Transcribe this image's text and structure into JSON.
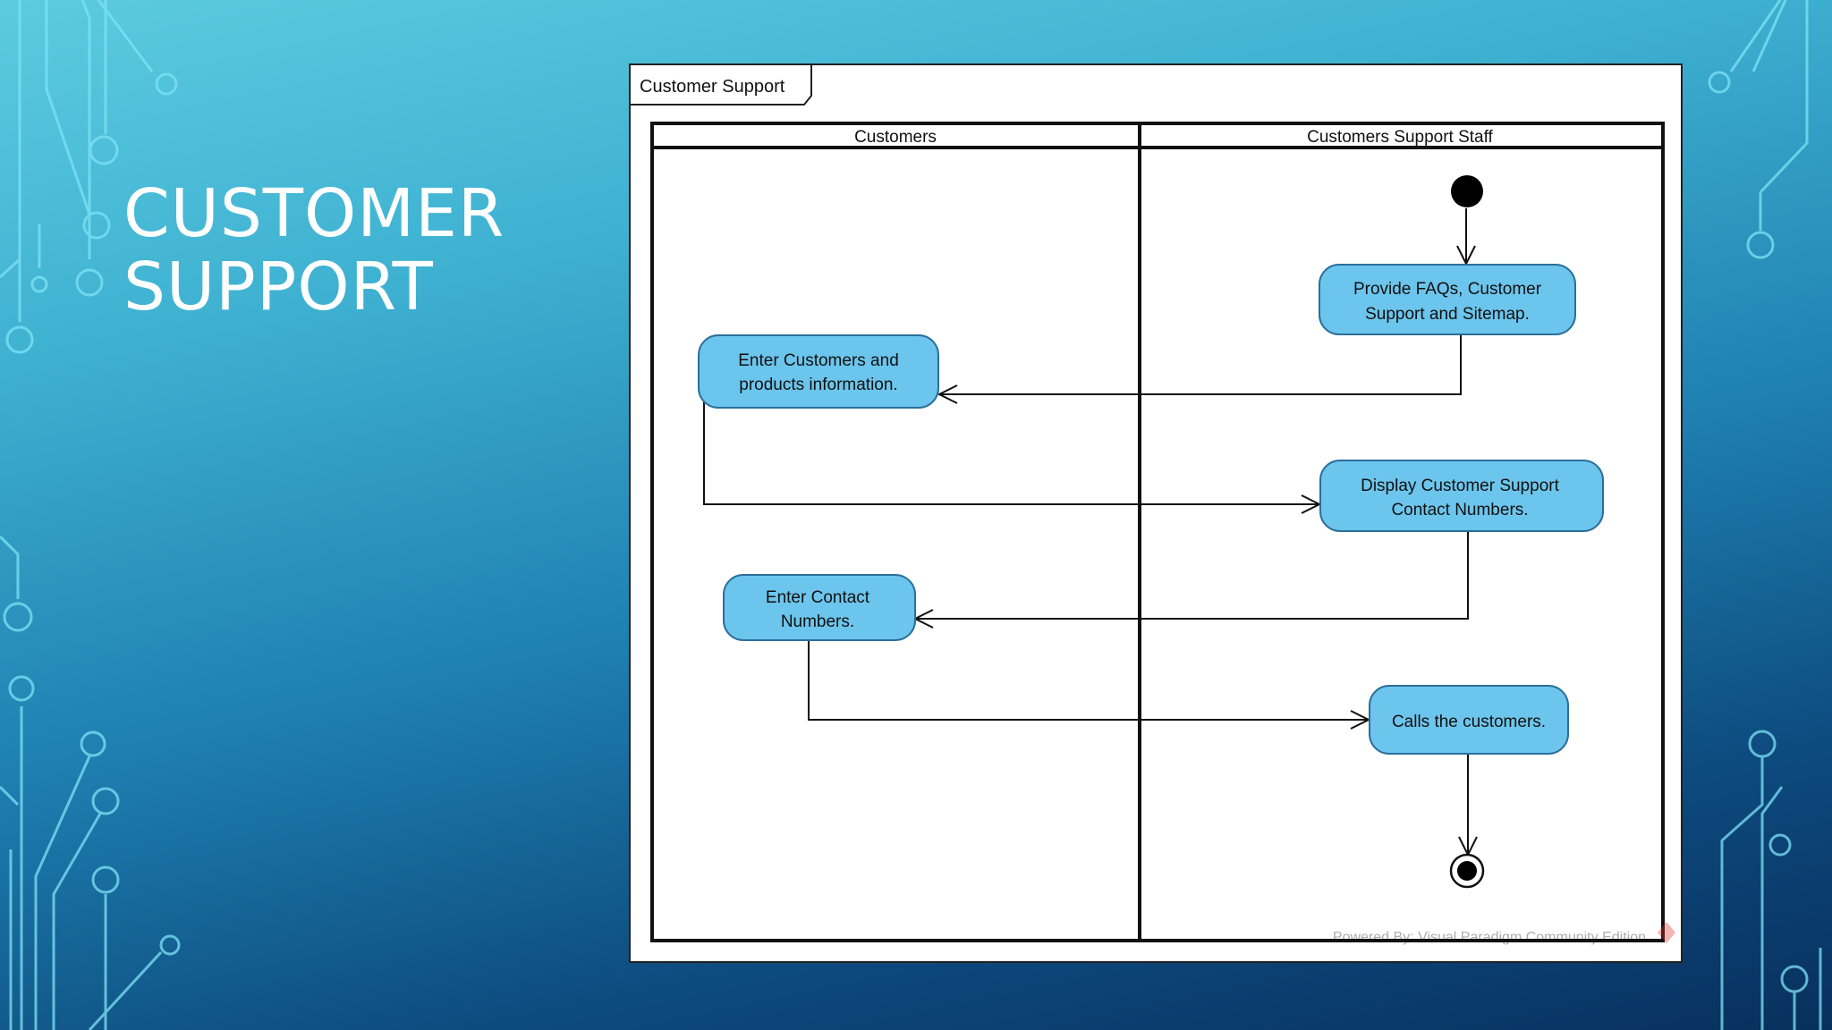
{
  "slide": {
    "title_line1": "CUSTOMER",
    "title_line2": "SUPPORT"
  },
  "diagram": {
    "frame_title": "Customer Support",
    "lanes": [
      "Customers",
      "Customers Support Staff"
    ],
    "actions": [
      {
        "id": "provide-faqs",
        "lane": "Customers Support Staff",
        "line1": "Provide FAQs, Customer",
        "line2": "Support and Sitemap."
      },
      {
        "id": "enter-customers",
        "lane": "Customers",
        "line1": "Enter Customers and",
        "line2": "products information."
      },
      {
        "id": "display-contact",
        "lane": "Customers Support Staff",
        "line1": "Display Customer Support",
        "line2": "Contact Numbers."
      },
      {
        "id": "enter-contact",
        "lane": "Customers",
        "line1": "Enter Contact",
        "line2": "Numbers."
      },
      {
        "id": "calls-customers",
        "lane": "Customers Support Staff",
        "line1": "Calls the customers.",
        "line2": ""
      }
    ],
    "flows": [
      [
        "initial",
        "provide-faqs"
      ],
      [
        "provide-faqs",
        "enter-customers"
      ],
      [
        "enter-customers",
        "display-contact"
      ],
      [
        "display-contact",
        "enter-contact"
      ],
      [
        "enter-contact",
        "calls-customers"
      ],
      [
        "calls-customers",
        "final"
      ]
    ],
    "watermark": "Powered By: Visual Paradigm Community Edition",
    "colors": {
      "action_fill": "#6cc5ec",
      "action_stroke": "#2a6f9a",
      "line": "#111111"
    }
  }
}
